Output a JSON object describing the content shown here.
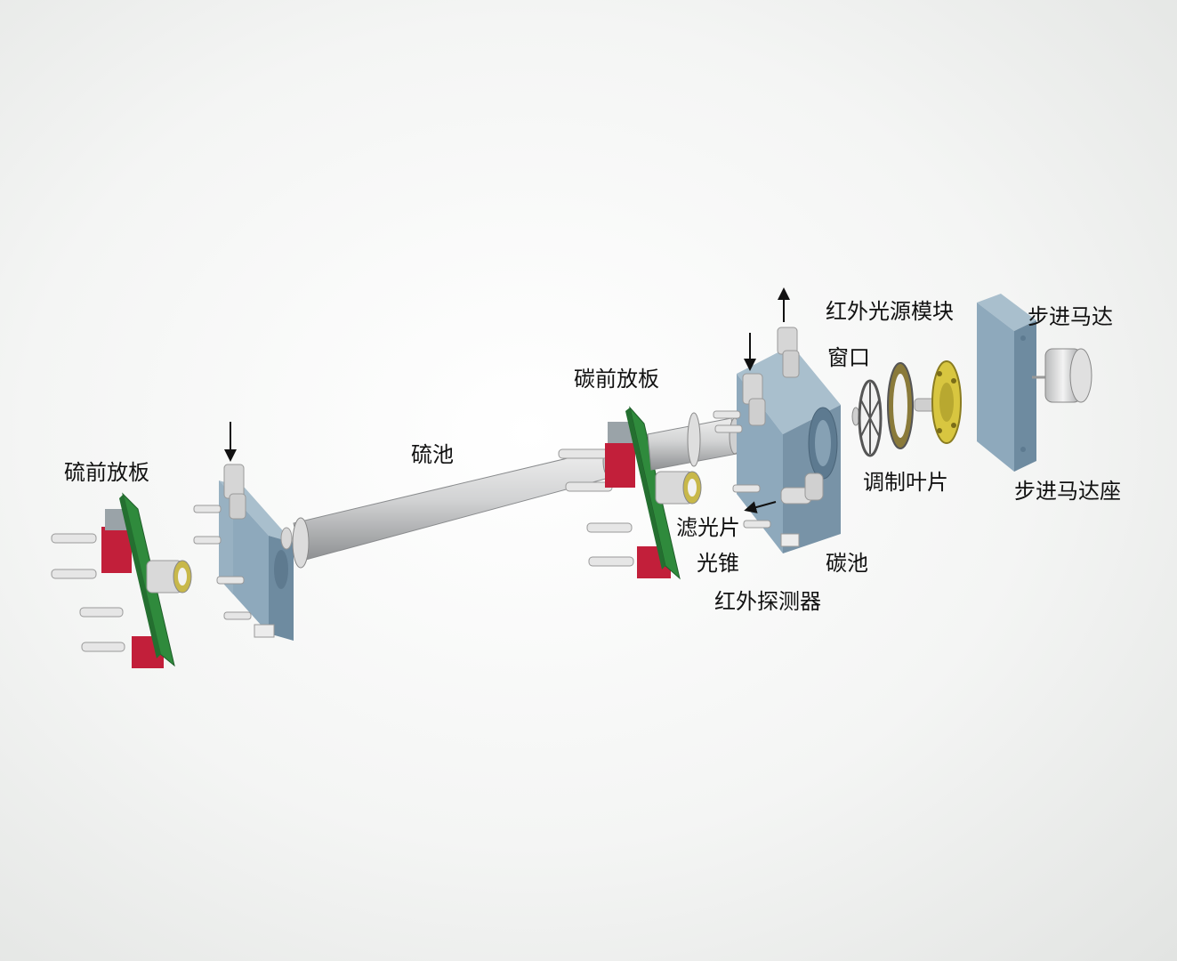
{
  "labels": {
    "sulfur_preamp_board": "硫前放板",
    "sulfur_cell": "硫池",
    "carbon_preamp_board": "碳前放板",
    "ir_source_module": "红外光源模块",
    "window": "窗口",
    "stepper_motor": "步进马达",
    "modulation_blade": "调制叶片",
    "stepper_motor_mount": "步进马达座",
    "filter": "滤光片",
    "light_cone": "光锥",
    "carbon_cell": "碳池",
    "ir_detector": "红外探测器"
  },
  "colors": {
    "block": "#8ea9bc",
    "block_dark": "#6e8ba0",
    "tube": "#c9cbcd",
    "pcb": "#2f8a3c",
    "detector": "#c21f3a",
    "brass": "#d8c640"
  }
}
